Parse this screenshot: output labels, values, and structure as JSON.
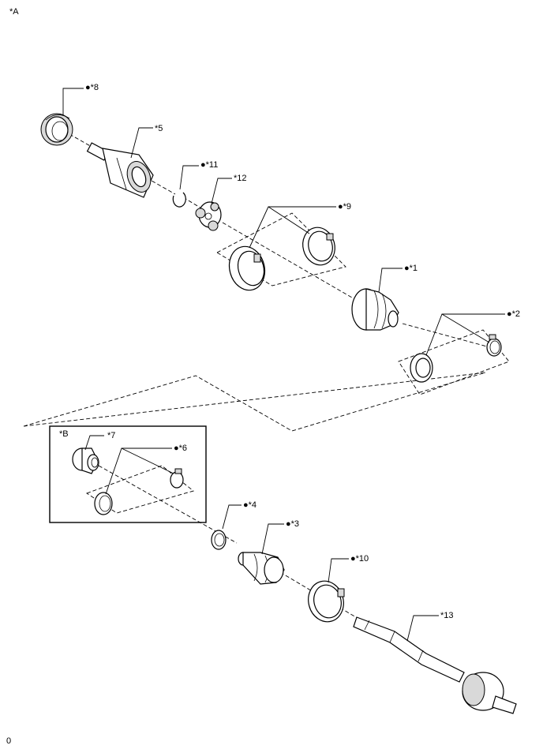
{
  "view_label": "*A",
  "inset_label": "*B",
  "footer_code": "0",
  "bullet": "●",
  "callouts": {
    "c1": "*1",
    "c2": "*2",
    "c3": "*3",
    "c4": "*4",
    "c5": "*5",
    "c6": "*6",
    "c7": "*7",
    "c8": "*8",
    "c9": "*9",
    "c10": "*10",
    "c11": "*11",
    "c12": "*12",
    "c13": "*13"
  }
}
